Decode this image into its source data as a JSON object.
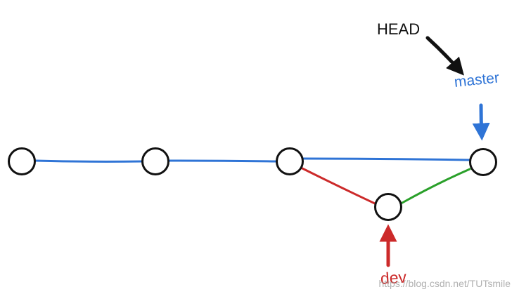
{
  "labels": {
    "head": "HEAD",
    "master": "master",
    "dev": "dev"
  },
  "watermark": "https://blog.csdn.net/TUTsmile",
  "colors": {
    "master_branch": "#2f74d6",
    "dev_branch": "#cc2a2a",
    "merge_edge": "#2aa02a",
    "head_pointer": "#111111",
    "commit_stroke": "#111111",
    "commit_fill": "#ffffff"
  }
}
